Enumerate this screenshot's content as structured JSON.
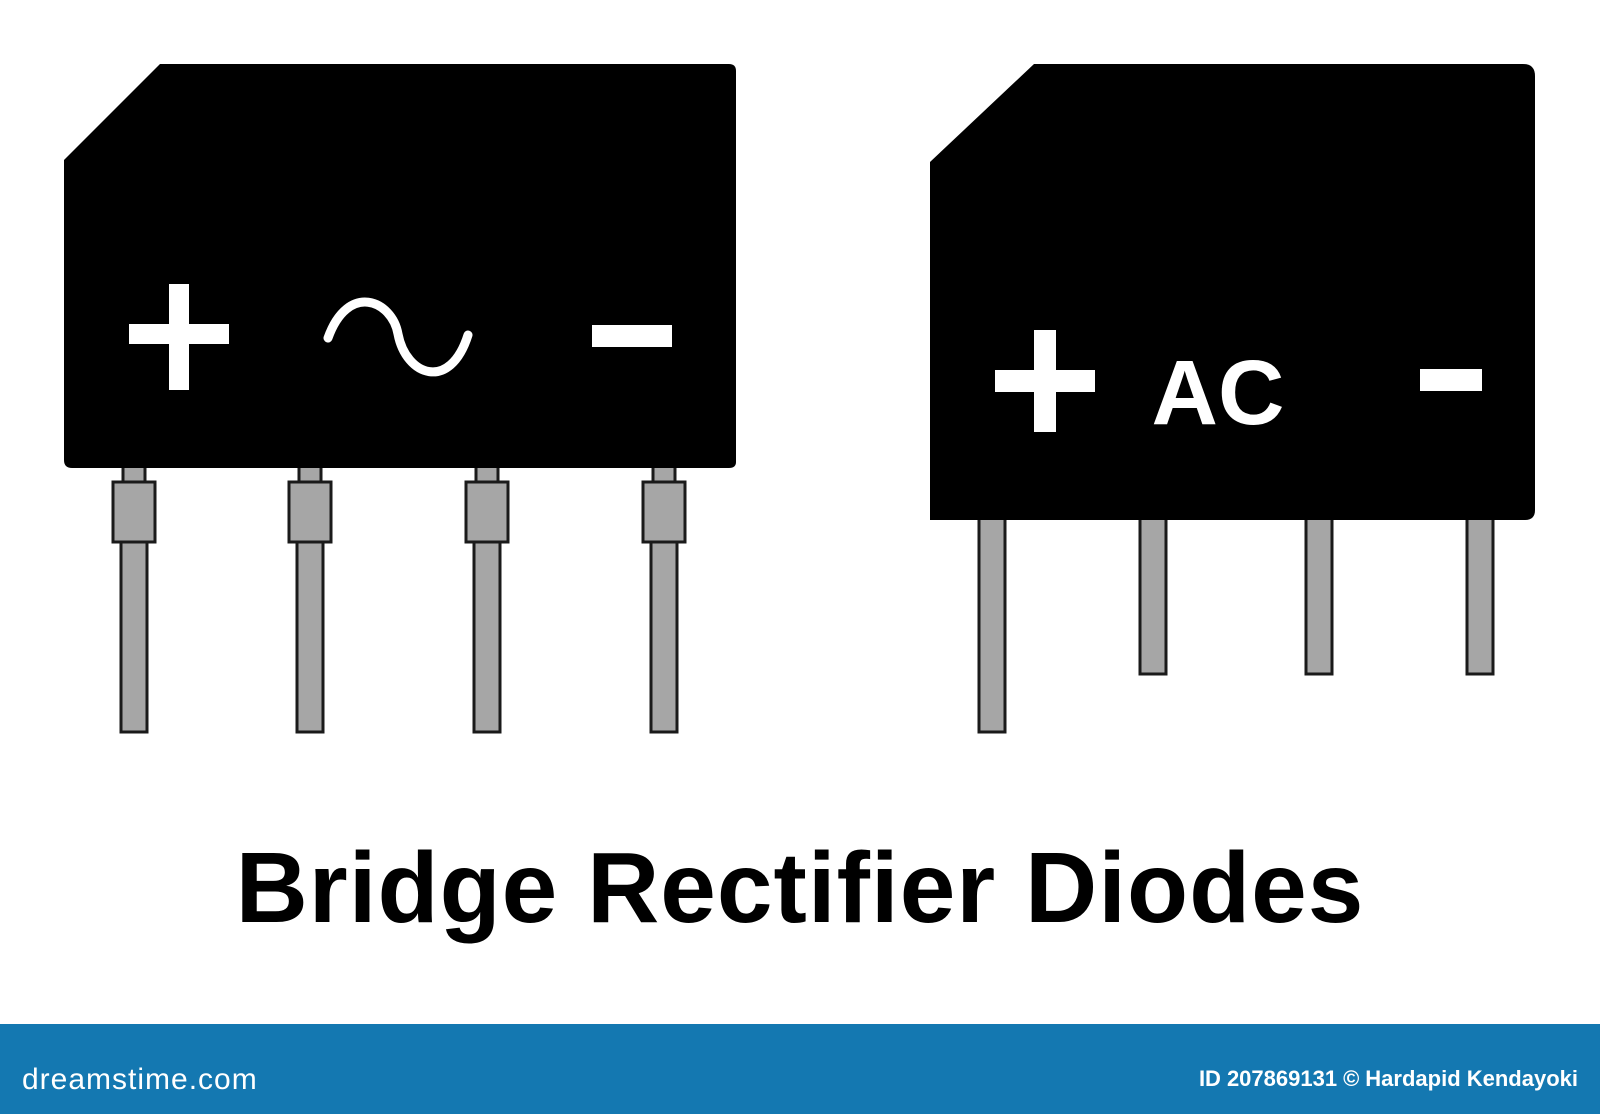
{
  "title": "Bridge Rectifier Diodes",
  "components": [
    {
      "name": "bridge-rectifier-left",
      "labels": {
        "plus": "+",
        "ac": "∼",
        "minus": "−"
      }
    },
    {
      "name": "bridge-rectifier-right",
      "labels": {
        "plus": "+",
        "ac": "AC",
        "minus": "−"
      }
    }
  ],
  "colors": {
    "body": "#000000",
    "pin_fill": "#a6a6a6",
    "pin_stroke": "#1a1a1a",
    "label": "#ffffff",
    "footer": "#1478b1"
  },
  "footer": {
    "brand": "dreamstime.com",
    "id_label": "ID",
    "id_value": "207869131",
    "copyright_symbol": "©",
    "author": "Hardapid Kendayoki"
  }
}
